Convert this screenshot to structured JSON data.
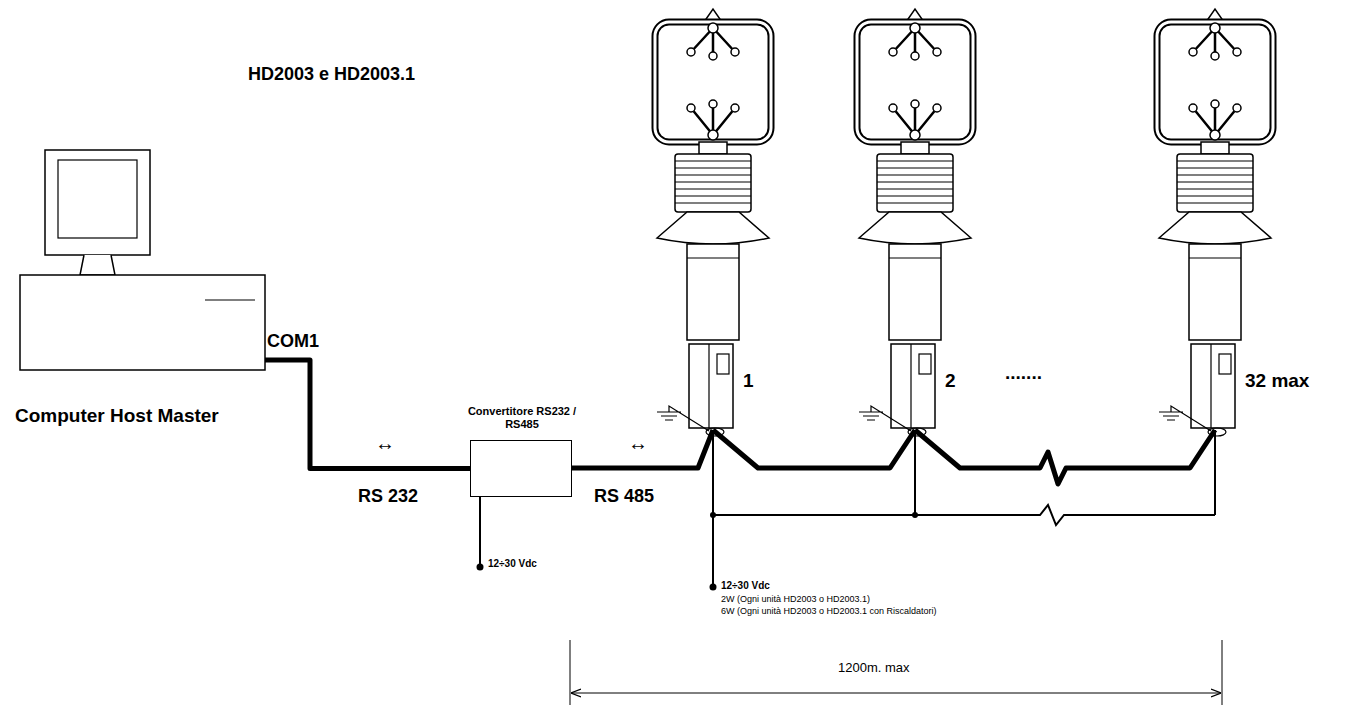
{
  "diagram": {
    "title": "HD2003 e HD2003.1",
    "nodes": [
      {
        "text": [
          "Computer Host Master"
        ]
      },
      {
        "text": [
          "Convertitore RS232 / RS485"
        ]
      },
      {
        "text": [
          "1"
        ]
      },
      {
        "text": [
          "2"
        ]
      },
      {
        "text": [
          "32 max"
        ]
      }
    ],
    "edges": [
      {
        "from": 0,
        "to": 1,
        "label": "RS 232",
        "arrow": "none"
      },
      {
        "from": 1,
        "to": 2,
        "label": "RS 485",
        "arrow": "none"
      },
      {
        "from": 2,
        "to": 3,
        "arrow": "none"
      },
      {
        "from": 3,
        "to": 4,
        "arrow": "none"
      }
    ],
    "labels": [
      "COM1",
      "↔",
      "↔",
      ".......",
      "12÷30 Vdc",
      "12÷30 Vdc",
      "2W (Ogni unità HD2003 o HD2003.1)",
      "6W (Ogni unità HD2003 o HD2003.1 con Riscaldatori)",
      "1200m. max"
    ]
  }
}
